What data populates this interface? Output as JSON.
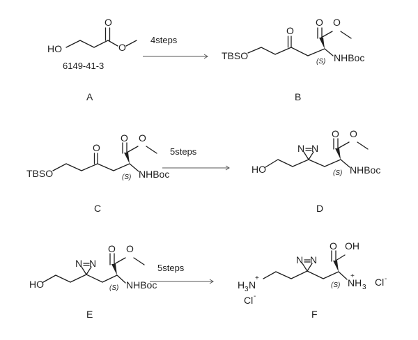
{
  "compounds": {
    "a": {
      "label": "A",
      "cas": "6149-41-3",
      "atoms": {
        "ho": "HO",
        "o_carbonyl": "O",
        "o_ester": "O"
      }
    },
    "b": {
      "label": "B",
      "atoms": {
        "tbso": "TBSO",
        "o_ketone": "O",
        "o_carbonyl": "O",
        "o_ester": "O",
        "nhboc": "NHBoc"
      },
      "stereo": "(S)"
    },
    "c": {
      "label": "C",
      "atoms": {
        "tbso": "TBSO",
        "o_ketone": "O",
        "o_carbonyl": "O",
        "o_ester": "O",
        "nhboc": "NHBoc"
      },
      "stereo": "(S)"
    },
    "d": {
      "label": "D",
      "atoms": {
        "ho": "HO",
        "n1": "N",
        "n2": "N",
        "o_carbonyl": "O",
        "o_ester": "O",
        "nhboc": "NHBoc"
      },
      "stereo": "(S)"
    },
    "e": {
      "label": "E",
      "atoms": {
        "ho": "HO",
        "n1": "N",
        "n2": "N",
        "o_carbonyl": "O",
        "o_ester": "O",
        "nhboc": "NHBoc"
      },
      "stereo": "(S)"
    },
    "f": {
      "label": "F",
      "atoms": {
        "h3n_h": "H",
        "h3n_sub": "3",
        "h3n_n": "N",
        "plus_left": "+",
        "cl_left": "Cl",
        "minus_left": "-",
        "n1": "N",
        "n2": "N",
        "oh": "OH",
        "o_carbonyl": "O",
        "nh3_n": "NH",
        "nh3_sub": "3",
        "plus_right": "+",
        "cl_right": "Cl",
        "minus_right": "-"
      },
      "stereo": "(S)"
    }
  },
  "arrows": {
    "a_to_b": {
      "label": "4steps"
    },
    "c_to_d": {
      "label": "5steps"
    },
    "e_to_f": {
      "label": "5steps"
    }
  }
}
